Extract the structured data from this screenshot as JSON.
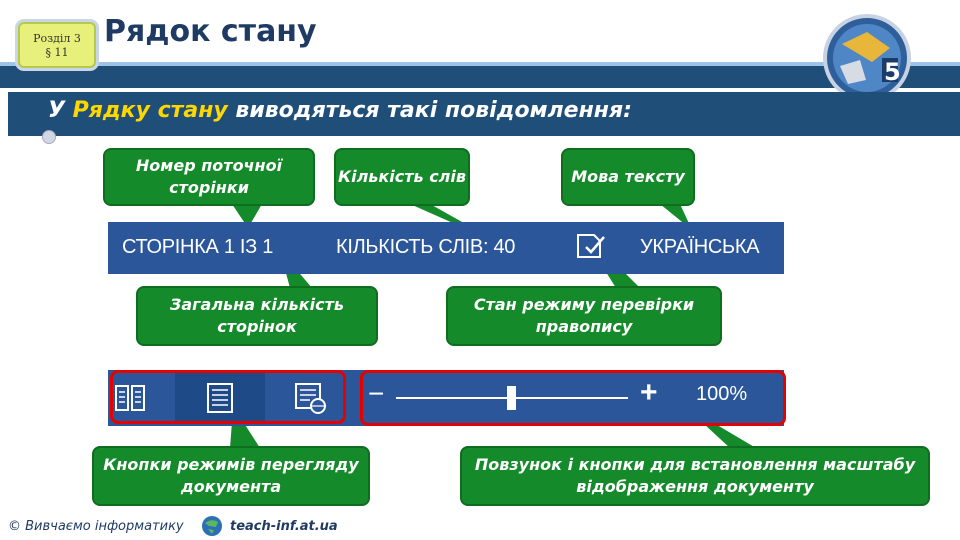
{
  "header": {
    "section_line1": "Розділ 3",
    "section_line2": "§ 11",
    "title": "Рядок стану",
    "logo_number": "5"
  },
  "subtitle": {
    "prefix": "У ",
    "highlight": "Рядку стану",
    "rest": " виводяться такі повідомлення:"
  },
  "callouts": {
    "current_page": "Номер поточної сторінки",
    "word_count": "Кількість слів",
    "language": "Мова тексту",
    "total_pages": "Загальна кількість сторінок",
    "spell_check": "Стан режиму перевірки правопису",
    "view_buttons": "Кнопки режимів перегляду документа",
    "zoom": "Повзунок і кнопки для встановлення масштабу відображення документу"
  },
  "status_bar": {
    "page": "СТОРІНКА 1 ІЗ 1",
    "words": "КІЛЬКІСТЬ СЛІВ: 40",
    "language": "УКРАЇНСЬКА"
  },
  "view_bar": {
    "minus": "−",
    "plus": "+",
    "zoom_level": "100%"
  },
  "footer": {
    "copyright": "© Вивчаємо інформатику",
    "link": "teach-inf.at.ua"
  },
  "colors": {
    "callout_green": "#148a2a",
    "status_blue": "#2b579a",
    "header_blue": "#1f4e79",
    "highlight_yellow": "#ffd700",
    "frame_red": "#e60000"
  }
}
